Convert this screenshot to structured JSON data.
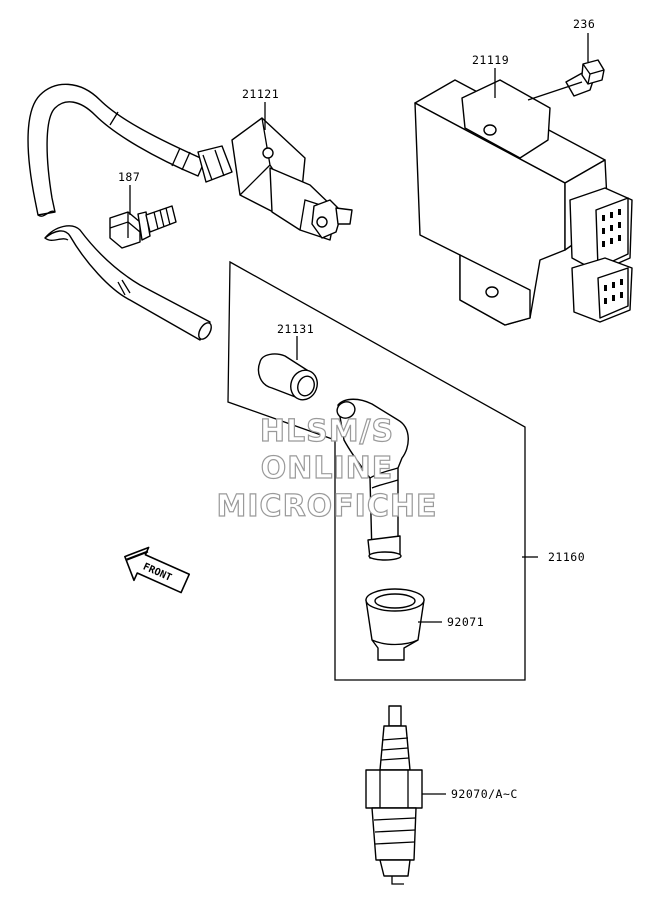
{
  "parts": [
    {
      "key": "p236",
      "label": "236"
    },
    {
      "key": "p21119",
      "label": "21119"
    },
    {
      "key": "p21121",
      "label": "21121"
    },
    {
      "key": "p187",
      "label": "187"
    },
    {
      "key": "p21131",
      "label": "21131"
    },
    {
      "key": "p21160",
      "label": "21160"
    },
    {
      "key": "p92071",
      "label": "92071"
    },
    {
      "key": "p92070",
      "label": "92070/A~C"
    }
  ],
  "watermark": {
    "line1": "HLSM/S",
    "line2": "ONLINE",
    "line3": "MICROFICHE"
  },
  "front_arrow": {
    "label": "FRONT"
  }
}
